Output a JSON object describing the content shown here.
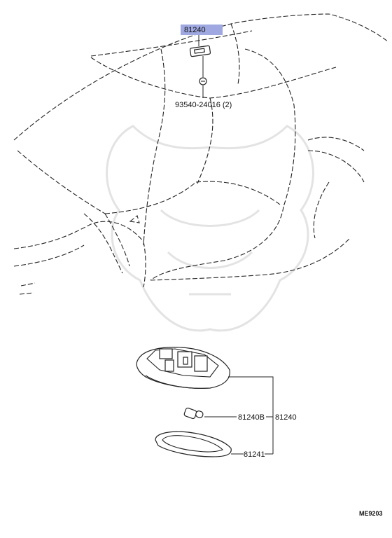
{
  "callouts": {
    "highlight_part": "81240",
    "screw": "93540-24016 (2)",
    "bulb_a": "81240B",
    "bulb_b": "81240",
    "lens": "81241"
  },
  "figure_code": "ME9203",
  "colors": {
    "highlight_box": "#9fa8e0",
    "line": "#222222",
    "watermark": "#e3e3e3"
  }
}
